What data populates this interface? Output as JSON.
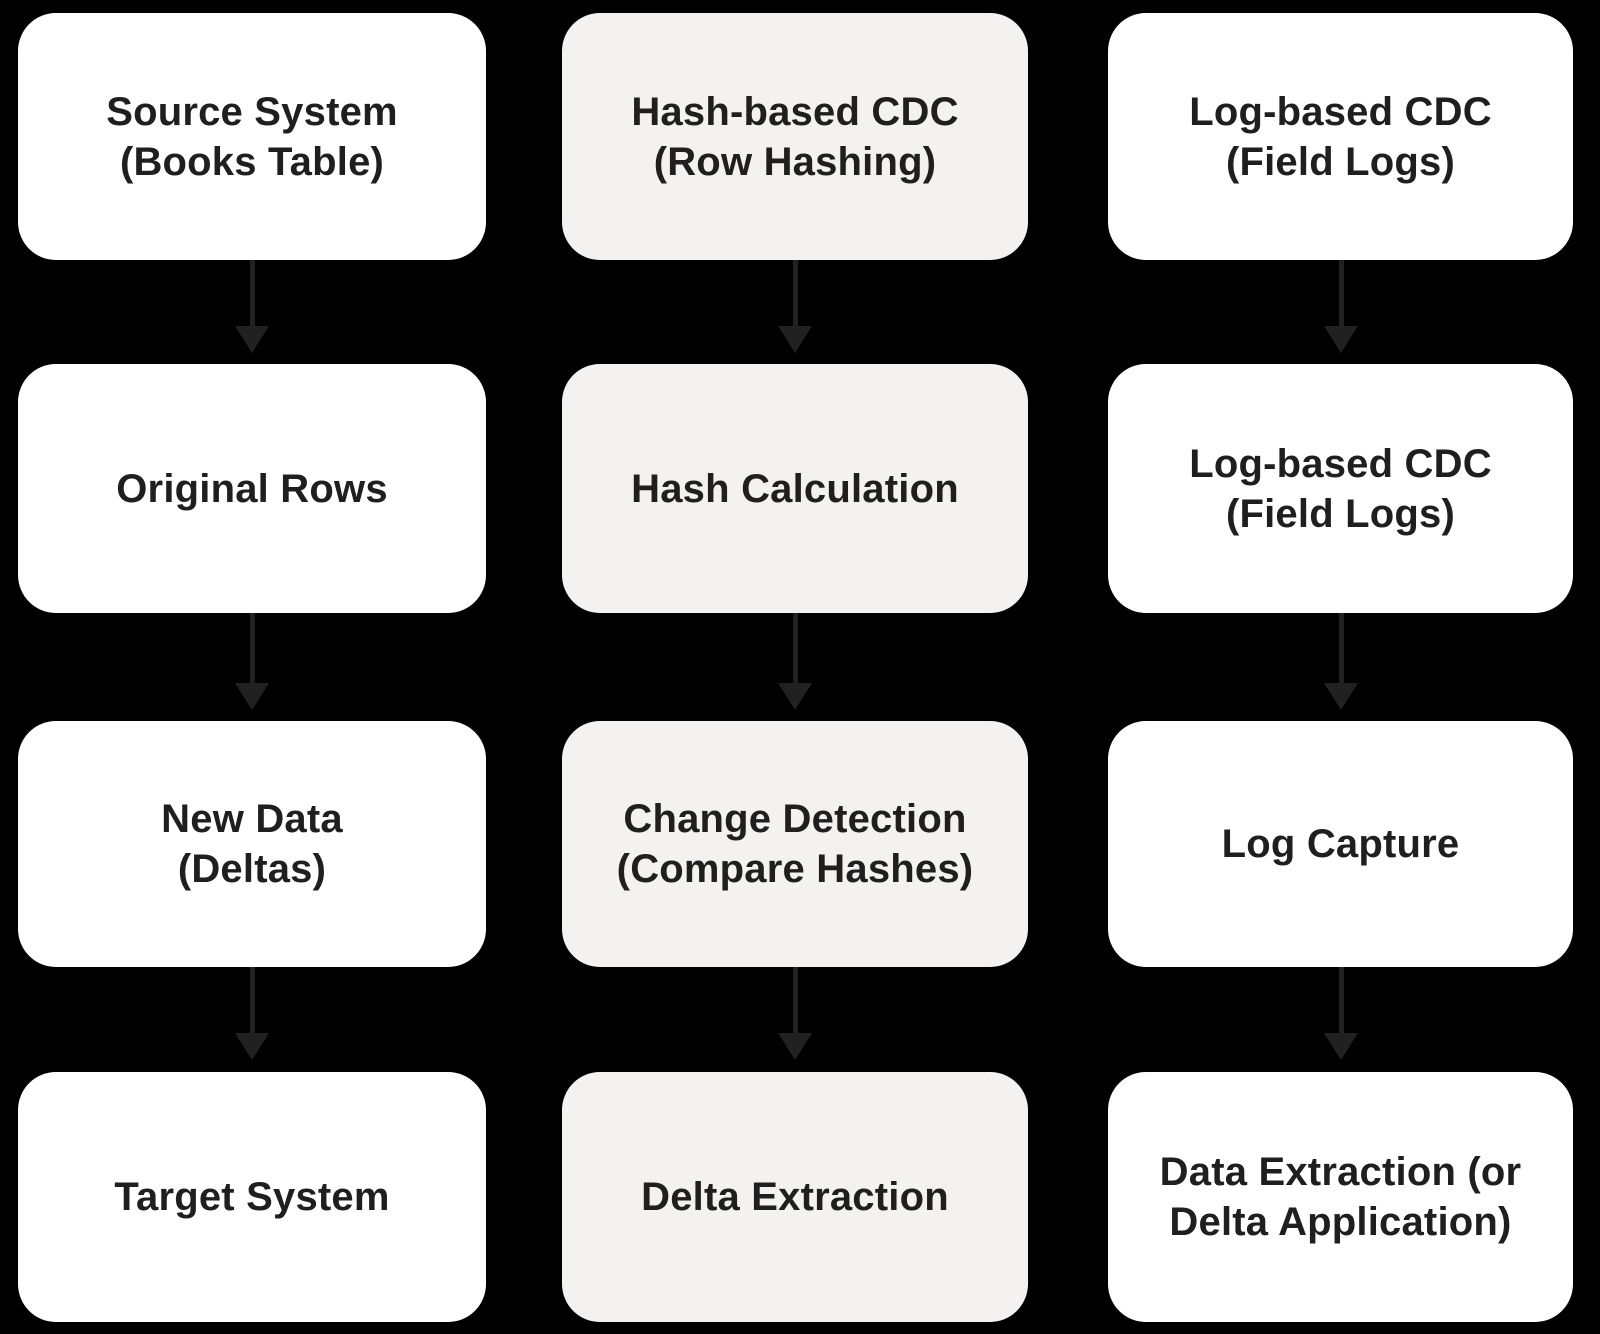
{
  "diagram": {
    "background_color": "#000000",
    "node_fill_white": "#ffffff",
    "node_fill_gray": "#f4f2f0",
    "text_color": "#1f1f1f",
    "arrow_color": "#212121",
    "columns": [
      {
        "name": "source-flow",
        "nodes": [
          {
            "label": "Source System\n(Books Table)"
          },
          {
            "label": "Original Rows"
          },
          {
            "label": "New Data\n(Deltas)"
          },
          {
            "label": "Target System"
          }
        ]
      },
      {
        "name": "hash-based-cdc-flow",
        "nodes": [
          {
            "label": "Hash-based CDC\n(Row Hashing)"
          },
          {
            "label": "Hash Calculation"
          },
          {
            "label": "Change Detection\n(Compare Hashes)"
          },
          {
            "label": "Delta Extraction"
          }
        ]
      },
      {
        "name": "log-based-cdc-flow",
        "nodes": [
          {
            "label": "Log-based CDC\n(Field Logs)"
          },
          {
            "label": "Log-based CDC\n(Field Logs)"
          },
          {
            "label": "Log Capture"
          },
          {
            "label": "Data Extraction (or\nDelta Application)"
          }
        ]
      }
    ]
  }
}
